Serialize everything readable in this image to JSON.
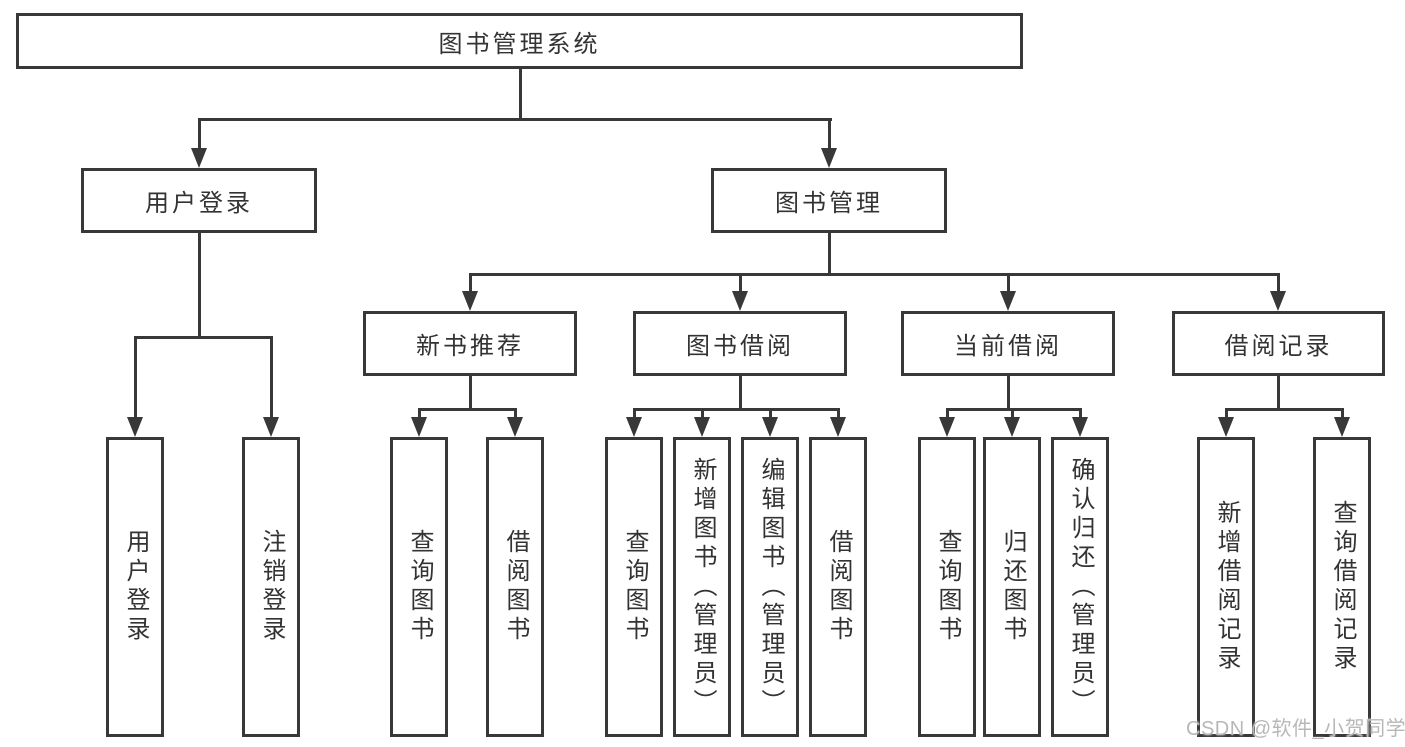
{
  "tree": {
    "label": "图书管理系统",
    "children": [
      {
        "label": "用户登录",
        "children": [
          {
            "label": "用户登录"
          },
          {
            "label": "注销登录"
          }
        ]
      },
      {
        "label": "图书管理",
        "children": [
          {
            "label": "新书推荐",
            "children": [
              {
                "label": "查询图书"
              },
              {
                "label": "借阅图书"
              }
            ]
          },
          {
            "label": "图书借阅",
            "children": [
              {
                "label": "查询图书"
              },
              {
                "label": "新增图书（管理员）"
              },
              {
                "label": "编辑图书（管理员）"
              },
              {
                "label": "借阅图书"
              }
            ]
          },
          {
            "label": "当前借阅",
            "children": [
              {
                "label": "查询图书"
              },
              {
                "label": "归还图书"
              },
              {
                "label": "确认归还（管理员）"
              }
            ]
          },
          {
            "label": "借阅记录",
            "children": [
              {
                "label": "新增借阅记录"
              },
              {
                "label": "查询借阅记录"
              }
            ]
          }
        ]
      }
    ]
  },
  "watermark": {
    "text": "CSDN @软件_小贺同学"
  },
  "colors": {
    "line": "#383838",
    "text": "#333333",
    "watermark": "#b8b8b8",
    "background": "#ffffff"
  }
}
